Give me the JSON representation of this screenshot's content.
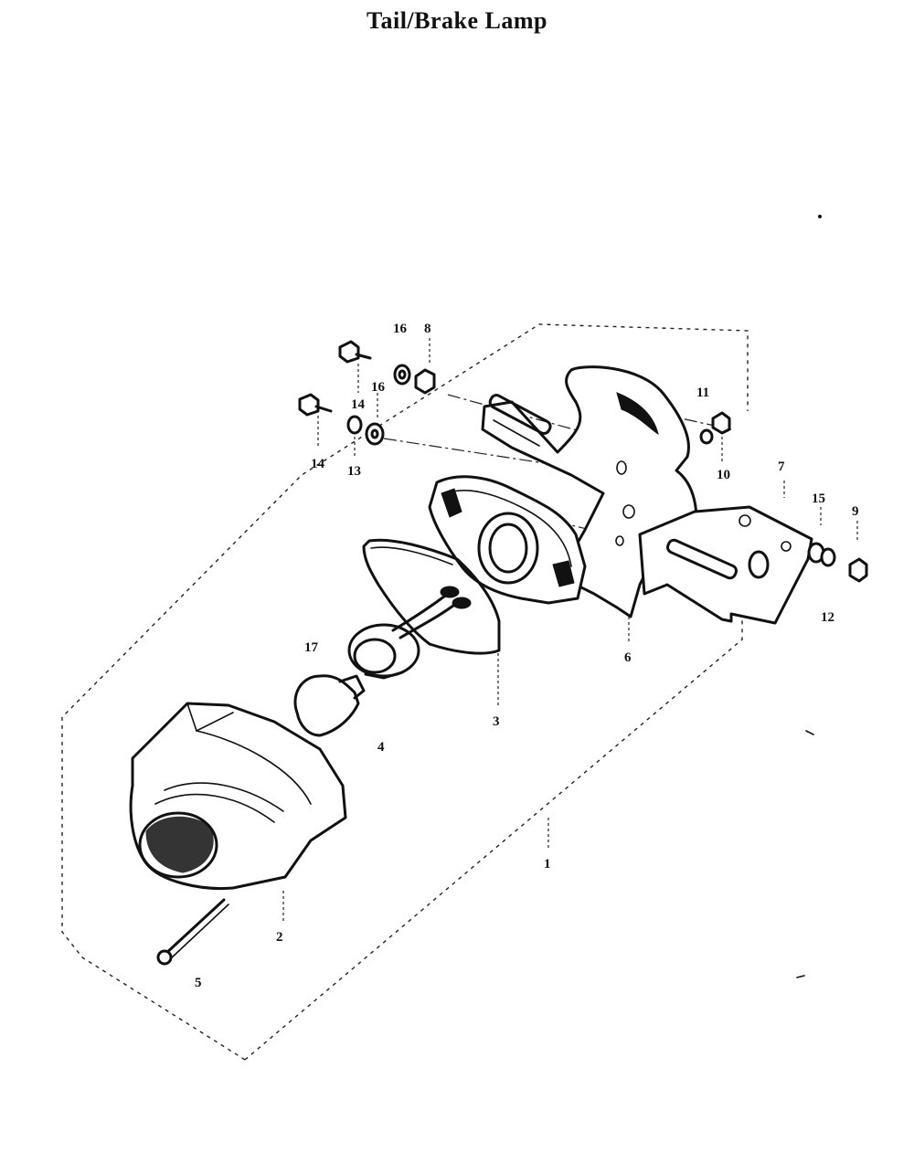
{
  "title": "Tail/Brake Lamp",
  "callouts": {
    "c1": "1",
    "c2": "2",
    "c3": "3",
    "c4": "4",
    "c5": "5",
    "c6": "6",
    "c7": "7",
    "c8": "8",
    "c9": "9",
    "c10": "10",
    "c11": "11",
    "c12": "12",
    "c13": "13",
    "c14a": "14",
    "c14b": "14",
    "c15": "15",
    "c16a": "16",
    "c16b": "16",
    "c17": "17"
  }
}
